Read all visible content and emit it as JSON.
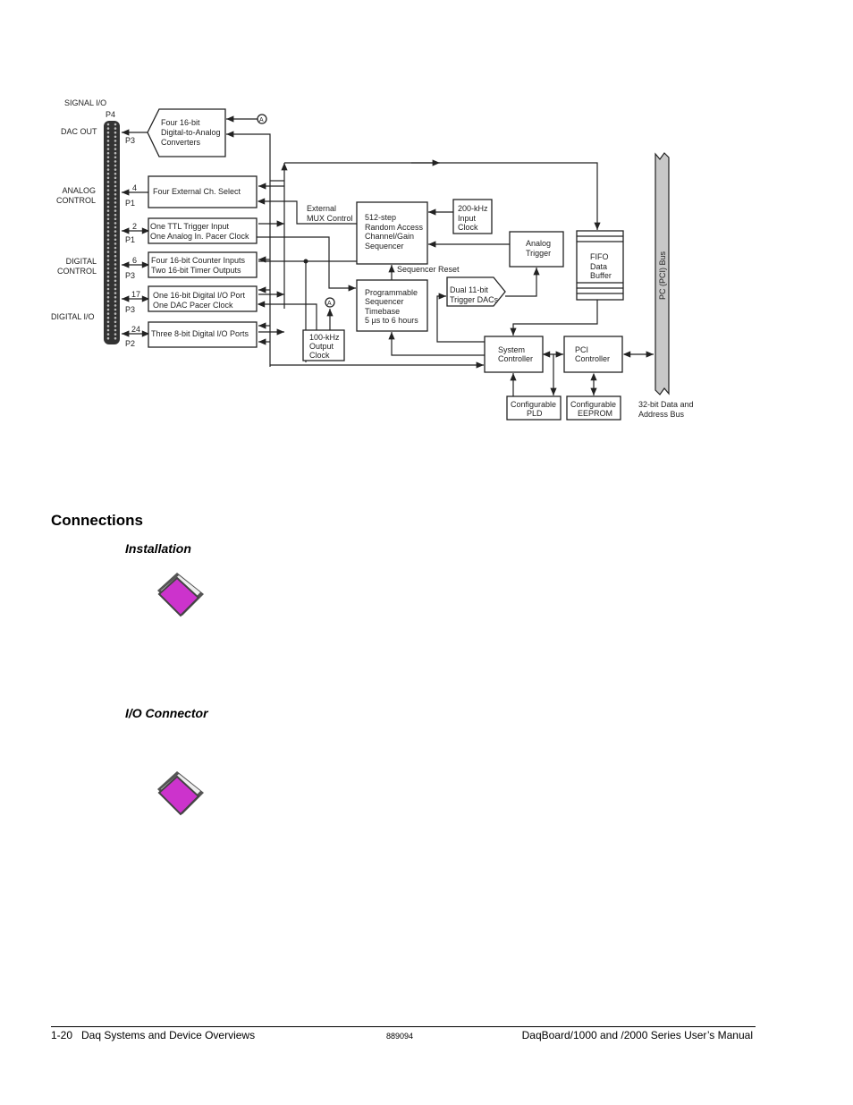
{
  "diagram": {
    "signal_io": "SIGNAL I/O",
    "p4": "P4",
    "dac_out": "DAC OUT",
    "analog_control": [
      "ANALOG",
      "CONTROL"
    ],
    "digital_control": [
      "DIGITAL",
      "CONTROL"
    ],
    "digital_io": "DIGITAL I/O",
    "ports": [
      "P3",
      "P1",
      "P1",
      "P3",
      "P3",
      "P2"
    ],
    "line_counts": [
      "4",
      "2",
      "6",
      "17",
      "24"
    ],
    "dac_box": [
      "Four 16-bit",
      "Digital-to-Analog",
      "Converters"
    ],
    "ext_ch_select": "Four External Ch. Select",
    "ttl_box": [
      "One TTL Trigger Input",
      "One Analog In. Pacer Clock"
    ],
    "counter_box": [
      "Four 16-bit Counter Inputs",
      "Two 16-bit Timer Outputs"
    ],
    "dio_box": [
      "One 16-bit Digital I/O Port",
      "One DAC Pacer Clock"
    ],
    "dio8_box": "Three 8-bit Digital I/O Ports",
    "ext_mux": [
      "External",
      "MUX Control"
    ],
    "sequencer": [
      "512-step",
      "Random Access",
      "Channel/Gain",
      "Sequencer"
    ],
    "input_clock": [
      "200-kHz",
      "Input",
      "Clock"
    ],
    "analog_trigger": [
      "Analog",
      "Trigger"
    ],
    "fifo": [
      "FIFO",
      "Data",
      "Buffer"
    ],
    "pci_bus": "PC (PCI) Bus",
    "sequencer_reset": "Sequencer Reset",
    "timebase": [
      "Programmable",
      "Sequencer",
      "Timebase",
      "5 µs to 6 hours"
    ],
    "trigger_dacs": [
      "Dual 11-bit",
      "Trigger DACs"
    ],
    "output_clock": [
      "100-kHz",
      "Output",
      "Clock"
    ],
    "system_controller": [
      "System",
      "Controller"
    ],
    "pci_controller": [
      "PCI",
      "Controller"
    ],
    "pld": [
      "Configurable",
      "PLD"
    ],
    "eeprom": [
      "Configurable",
      "EEPROM"
    ],
    "bus_label": [
      "32-bit Data and",
      "Address Bus"
    ],
    "marker": "A"
  },
  "section_title": "Connections",
  "subsections": [
    "Installation",
    "I/O Connector"
  ],
  "footer": {
    "left": "1-20   Daq Systems and Device Overviews",
    "center": "889094",
    "right": "DaqBoard/1000 and /2000 Series User’s Manual"
  },
  "colors": {
    "book": "#cc33cc",
    "bus": "#c8c8c8"
  }
}
